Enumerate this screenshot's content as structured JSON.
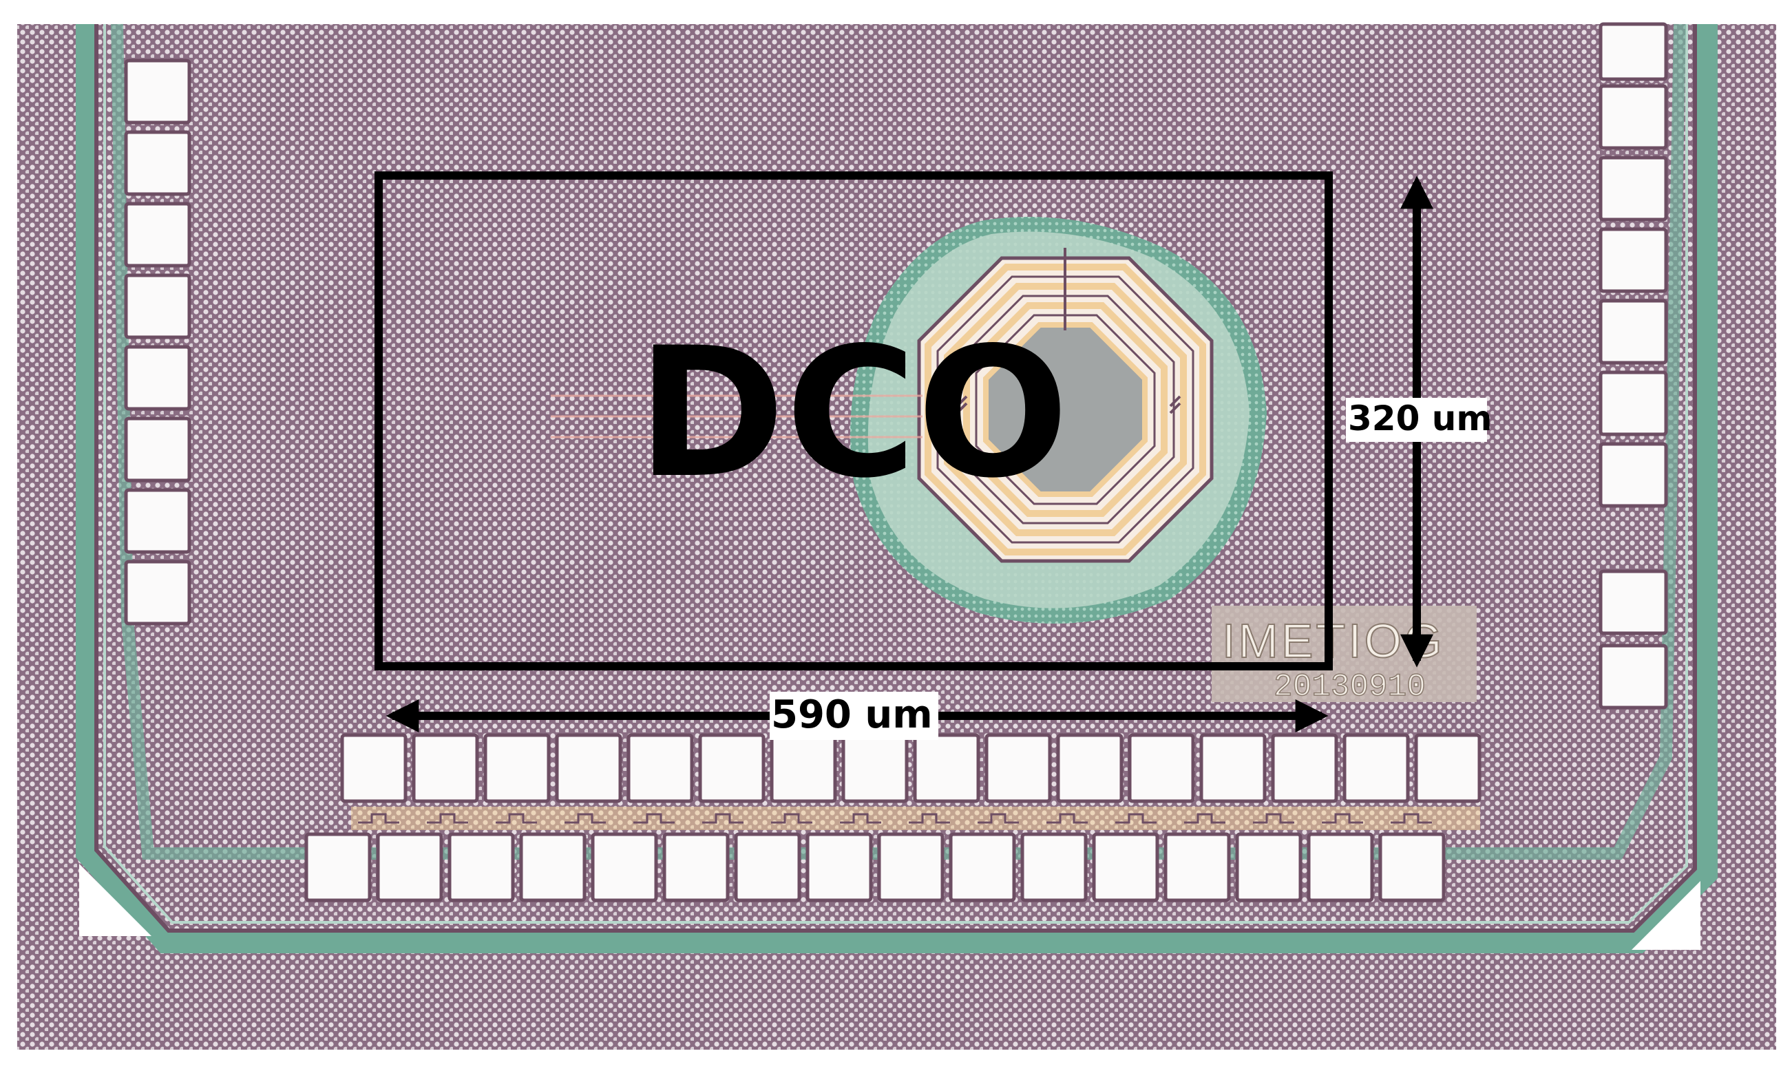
{
  "block_label": "DCO",
  "height_dimension": "320 um",
  "width_dimension": "590 um",
  "chip_marking": "IMETIOG",
  "date_code": "20130910",
  "colors": {
    "substrate": "#8a6d83",
    "fill_dot": "#e6dde3",
    "seal_ring": "#6faa97",
    "pad": "#fbfafa",
    "inductor_core": "#a1a5a5",
    "inductor_trace": "#f1cf9b",
    "annotation": "#000000"
  }
}
